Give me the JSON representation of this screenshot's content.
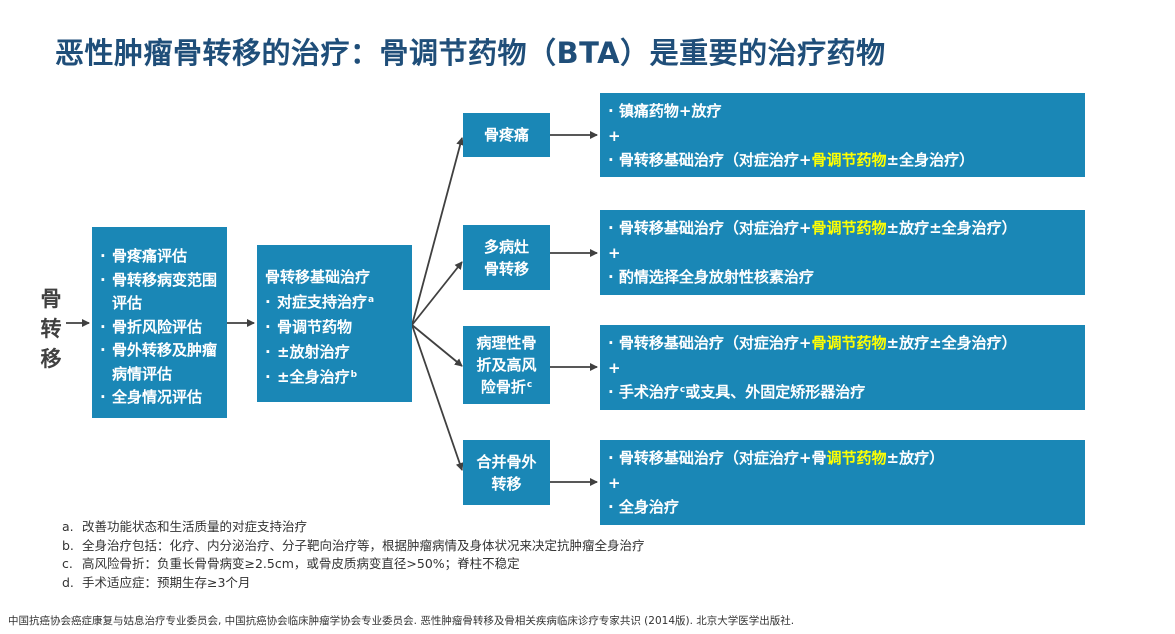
{
  "title": "恶性肿瘤骨转移的治疗：骨调节药物（BTA）是重要的治疗药物",
  "side_label": [
    "骨",
    "转",
    "移"
  ],
  "assessment_box": {
    "items": [
      "骨疼痛评估",
      "骨转移病变范围评估",
      "骨折风险评估",
      "骨外转移及肿瘤病情评估",
      "全身情况评估"
    ]
  },
  "basic_treatment_box": {
    "heading": "骨转移基础治疗",
    "items": [
      {
        "text": "对症支持治疗",
        "sup": "a"
      },
      {
        "text": "骨调节药物",
        "sup": ""
      },
      {
        "text": "±放射治疗",
        "sup": ""
      },
      {
        "text": "±全身治疗",
        "sup": "b"
      }
    ]
  },
  "branches": [
    {
      "condition": "骨疼痛",
      "condition_sup": "",
      "plan": {
        "line1": {
          "pre": "· 镇痛药物+放疗",
          "hl": "",
          "post": ""
        },
        "plus": "+",
        "line2": {
          "pre": "· 骨转移基础治疗（对症治疗+",
          "hl": "骨调节药物",
          "post": "±全身治疗）"
        }
      }
    },
    {
      "condition": "多病灶骨转移",
      "condition_lines": [
        "多病灶",
        "骨转移"
      ],
      "plan": {
        "line1": {
          "pre": "· 骨转移基础治疗（对症治疗+",
          "hl": "骨调节药物",
          "post": "±放疗±全身治疗）"
        },
        "plus": "+",
        "line2": {
          "pre": "· 酌情选择全身放射性核素治疗",
          "hl": "",
          "post": ""
        }
      }
    },
    {
      "condition": "病理性骨折及高风险骨折",
      "condition_lines": [
        "病理性骨",
        "折及高风",
        "险骨折"
      ],
      "condition_sup": "c",
      "plan": {
        "line1": {
          "pre": "· 骨转移基础治疗（对症治疗+",
          "hl": "骨调节药物",
          "post": "±放疗±全身治疗）"
        },
        "plus": "+",
        "line2": {
          "pre": "· 手术治疗",
          "sup": "c",
          "post": "或支具、外固定矫形器治疗"
        }
      }
    },
    {
      "condition": "合并骨外转移",
      "condition_lines": [
        "合并骨外",
        "转移"
      ],
      "plan": {
        "line1": {
          "pre": "· 骨转移基础治疗（对症治疗+骨",
          "hl": "调节药物",
          "post": "±放疗）"
        },
        "plus": "+",
        "line2": {
          "pre": "· 全身治疗",
          "hl": "",
          "post": ""
        }
      }
    }
  ],
  "footnotes": [
    {
      "key": "a.",
      "text": "改善功能状态和生活质量的对症支持治疗"
    },
    {
      "key": "b.",
      "text": "全身治疗包括：化疗、内分泌治疗、分子靶向治疗等，根据肿瘤病情及身体状况来决定抗肿瘤全身治疗"
    },
    {
      "key": "c.",
      "text": "高风险骨折：负重长骨骨病变≥2.5cm，或骨皮质病变直径>50%；脊柱不稳定"
    },
    {
      "key": "d.",
      "text": "手术适应症：预期生存≥3个月"
    }
  ],
  "reference": "中国抗癌协会癌症康复与姑息治疗专业委员会, 中国抗癌协会临床肿瘤学协会专业委员会. 恶性肿瘤骨转移及骨相关疾病临床诊疗专家共识 (2014版). 北京大学医学出版社.",
  "colors": {
    "title": "#1F4E79",
    "box": "#1A87B6",
    "box_text": "#FFFFFF",
    "highlight": "#FFFF00",
    "arrow": "#404040"
  }
}
